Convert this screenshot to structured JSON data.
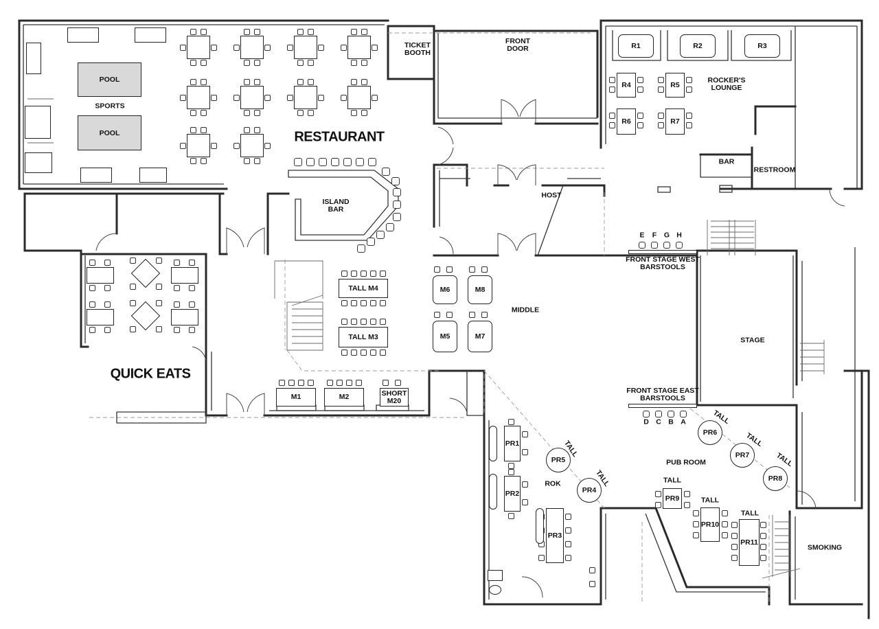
{
  "rooms": {
    "restaurant": "RESTAURANT",
    "quick_eats": "QUICK EATS",
    "sports": "SPORTS",
    "pool_1": "POOL",
    "pool_2": "POOL",
    "island_bar": "ISLAND\nBAR",
    "ticket_booth": "TICKET\nBOOTH",
    "front_door": "FRONT\nDOOR",
    "rockers_lounge": "ROCKER'S\nLOUNGE",
    "bar": "BAR",
    "restroom": "RESTROOM",
    "host": "HOST",
    "middle": "MIDDLE",
    "stage": "STAGE",
    "front_stage_west": "FRONT STAGE WEST\nBARSTOOLS",
    "front_stage_east": "FRONT STAGE EAST\nBARSTOOLS",
    "pub_room": "PUB ROOM",
    "rok": "ROK",
    "smoking": "SMOKING"
  },
  "barstools_west": [
    "E",
    "F",
    "G",
    "H"
  ],
  "barstools_east": [
    "D",
    "C",
    "B",
    "A"
  ],
  "tables": {
    "r1": "R1",
    "r2": "R2",
    "r3": "R3",
    "r4": "R4",
    "r5": "R5",
    "r6": "R6",
    "r7": "R7",
    "tall_m4": "TALL M4",
    "tall_m3": "TALL M3",
    "m1": "M1",
    "m2": "M2",
    "short_m20": "SHORT\nM20",
    "m5": "M5",
    "m6": "M6",
    "m7": "M7",
    "m8": "M8",
    "pr1": "PR1",
    "pr2": "PR2",
    "pr3": "PR3",
    "pr4": "PR4",
    "pr5": "PR5",
    "pr6": "PR6",
    "pr7": "PR7",
    "pr8": "PR8",
    "pr9": "PR9",
    "pr10": "PR10",
    "pr11": "PR11"
  },
  "tall_tags": {
    "pr4": "TALL",
    "pr5": "TALL",
    "pr6": "TALL",
    "pr7": "TALL",
    "pr8": "TALL",
    "pr9": "TALL",
    "pr10": "TALL",
    "pr11": "TALL"
  }
}
